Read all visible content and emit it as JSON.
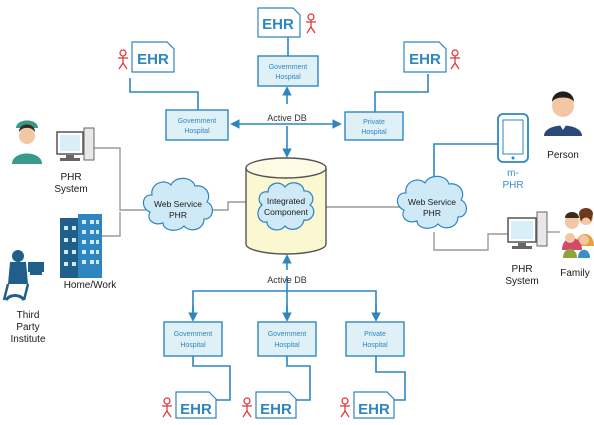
{
  "active_db_top": "Active DB",
  "active_db_bottom": "Active DB",
  "center": {
    "line1": "Integrated",
    "line2": "Component"
  },
  "ws_left": {
    "line1": "Web Service",
    "line2": "PHR"
  },
  "ws_right": {
    "line1": "Web Service",
    "line2": "PHR"
  },
  "hosp_top": {
    "line1": "Government",
    "line2": "Hospital"
  },
  "hosp_left": {
    "line1": "Government",
    "line2": "Hospital"
  },
  "hosp_right": {
    "line1": "Private",
    "line2": "Hospital"
  },
  "hosp_b1": {
    "line1": "Government",
    "line2": "Hospital"
  },
  "hosp_b2": {
    "line1": "Government",
    "line2": "Hospital"
  },
  "hosp_b3": {
    "line1": "Private",
    "line2": "Hospital"
  },
  "ehr_text": "EHR",
  "left_labels": {
    "phr_system_1": "PHR",
    "phr_system_2": "System",
    "home_work": "Home/Work",
    "third_party_1": "Third",
    "third_party_2": "Party",
    "third_party_3": "Institute"
  },
  "right_labels": {
    "person": "Person",
    "mphr_1": "m-",
    "mphr_2": "PHR",
    "phr_system_1": "PHR",
    "phr_system_2": "System",
    "family": "Family"
  },
  "colors": {
    "accent": "#2e86c1",
    "box_fill": "#dff0f7",
    "cloud_fill": "#cfe9f7",
    "cylinder_fill": "#fbf7d0",
    "line_gray": "#9a9a9a",
    "person_red": "#e03030"
  }
}
